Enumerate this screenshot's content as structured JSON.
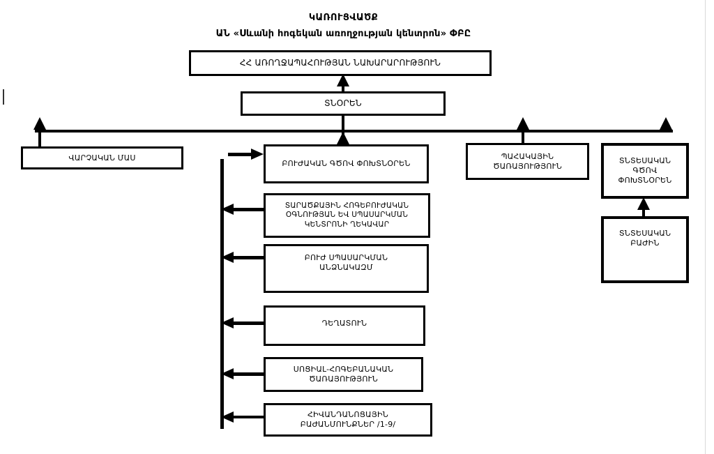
{
  "page": {
    "title": "ԿԱՌՈՒՑՎԱԾՔ",
    "subtitle": "ԱՆ «Սևանի հոգեկան առողջության կենտրոն» ՓԲԸ"
  },
  "nodes": {
    "ministry": {
      "label": "ՀՀ ԱՌՈՂՋԱՊԱՀՈՒԹՅԱՆ ՆԱԽԱՐԱՐՈՒԹՅՈՒՆ"
    },
    "director": {
      "label": "ՏՆՕՐԵՆ"
    },
    "admin_part": {
      "label": "ՎԱՐՉԱԿԱՆ ՄԱՍ"
    },
    "deputy_medical": {
      "label": "ԲՈՒԺԱԿԱՆ ԳԾՈՎ ՓՈԽՏՆՕՐԵՆ"
    },
    "territorial": {
      "label": "ՏԱՐԱԾՔԱՅԻՆ ՀՈԳԵԲՈՒԺԱԿԱՆ ՕԳՆՈՒԹՅԱՆ ԵՎ ՍՊԱՍԱՐԿՄԱՆ ԿԵՆՏՐՈՆԻ ՂԵԿԱՎԱՐ"
    },
    "medical_staff": {
      "label": "ԲՈՒԺ ՍՊԱՍԱՐԿՄԱՆ ԱՆՁՆԱԿԱԶՄ"
    },
    "pharmacy": {
      "label": "ԴԵՂԱՏՈՒՆ"
    },
    "social_service": {
      "label": "ՍՈՑԻԱԼ-ՀՈԳԵԲԱՆԱԿԱՆ ԾԱՌԱՅՈՒԹՅՈՒՆ"
    },
    "hospital_depts": {
      "label": "ՀԻՎԱՆԴԱՆՈՑԱՅԻՆ ԲԱԺԱՆՄՈՒՆՔՆԵՐ /1-9/"
    },
    "guard_service": {
      "label": "ՊԱՀԱԿԱՅԻՆ ԾԱՌԱՅՈՒԹՅՈՒՆ"
    },
    "deputy_economic": {
      "label": "ՏՆՏԵՍԱԿԱՆ ԳԾՈՎ ՓՈԽՏՆՕՐԵՆ"
    },
    "economic_dept": {
      "label": "ՏՆՏԵՍԱԿԱՆ ԲԱԺԻՆ"
    }
  },
  "colors": {
    "line": "#000000",
    "box_border": "#000000",
    "background": "#ffffff"
  }
}
